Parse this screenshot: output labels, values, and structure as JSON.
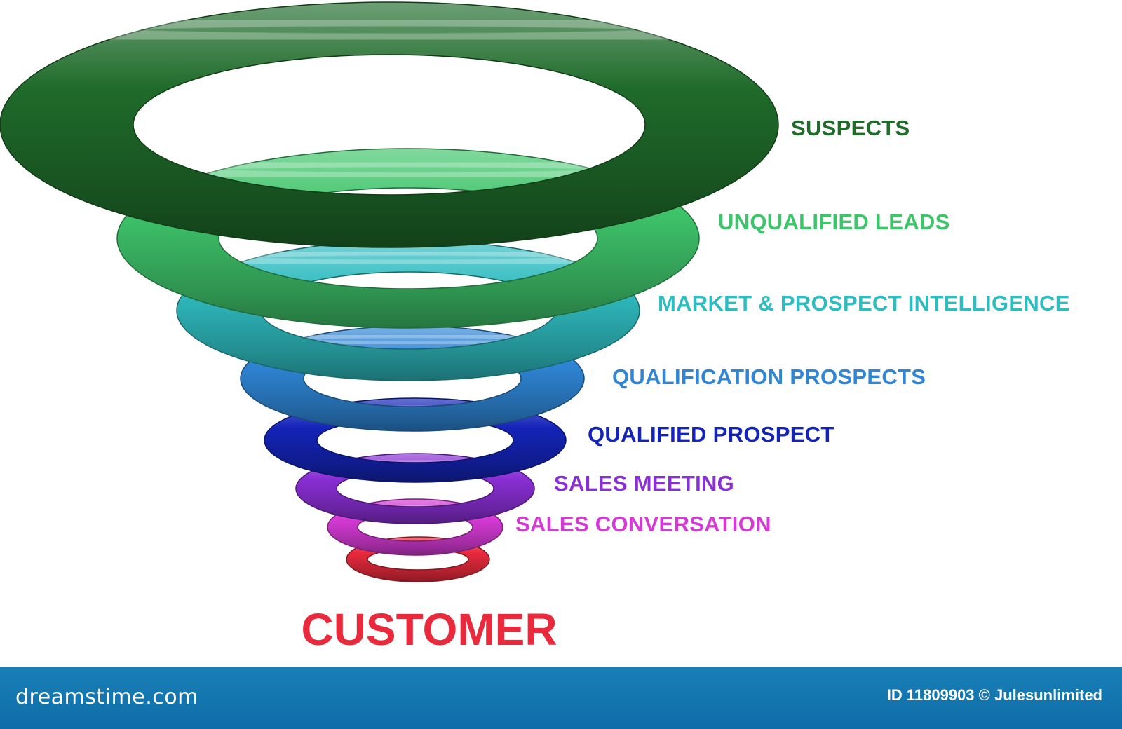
{
  "diagram": {
    "stages": [
      {
        "label": "SUSPECTS",
        "color": "#1f6b2a"
      },
      {
        "label": "UNQUALIFIED LEADS",
        "color": "#3ec46a"
      },
      {
        "label": "MARKET & PROSPECT INTELLIGENCE",
        "color": "#2fbcc0"
      },
      {
        "label": "QUALIFICATION PROSPECTS",
        "color": "#2f86d6"
      },
      {
        "label": "QUALIFIED PROSPECT",
        "color": "#1424b8"
      },
      {
        "label": "SALES MEETING",
        "color": "#8a2fd6"
      },
      {
        "label": "SALES CONVERSATION",
        "color": "#d63ad6"
      }
    ],
    "final": {
      "label": "CUSTOMER",
      "color": "#e82a3c"
    }
  },
  "watermark": {
    "site": "dreamstime.com",
    "id_text": "ID 11809903 © Julesunlimited",
    "bar_color": "#1277b0"
  }
}
